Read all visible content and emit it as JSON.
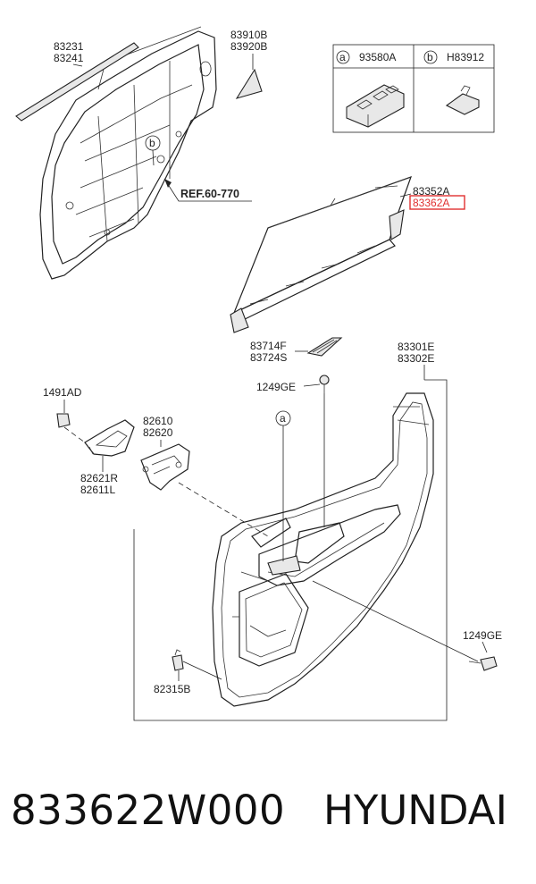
{
  "labels": {
    "p83231": "83231",
    "p83241": "83241",
    "p83910b": "83910B",
    "p83920b": "83920B",
    "ref": "REF.60-770",
    "callout_b": "b",
    "callout_a": "a",
    "p83352a": "83352A",
    "p83362a": "83362A",
    "p83714f": "83714F",
    "p83724s": "83724S",
    "p1249ge_top": "1249GE",
    "p83301e": "83301E",
    "p83302e": "83302E",
    "p1491ad": "1491AD",
    "p82610": "82610",
    "p82620": "82620",
    "p82621r": "82621R",
    "p82611l": "82611L",
    "p1249ge_right": "1249GE",
    "p82315b": "82315B"
  },
  "legend": {
    "a_letter": "a",
    "a_part": "93580A",
    "b_letter": "b",
    "b_part": "H83912"
  },
  "highlight_color": "#e03030",
  "footer": {
    "part_number": "833622W000",
    "brand": "HYUNDAI"
  }
}
